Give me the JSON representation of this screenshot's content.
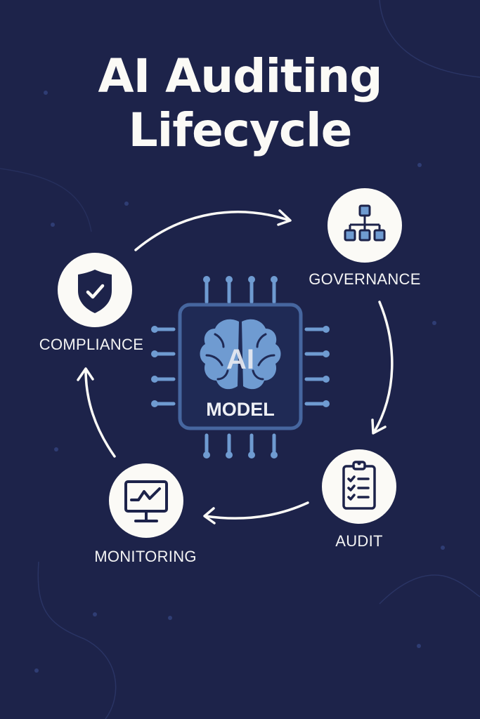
{
  "title": {
    "line1": "AI Auditing",
    "line2": "Lifecycle"
  },
  "center": {
    "line1": "AI",
    "line2": "MODEL",
    "icon": "brain-chip-icon"
  },
  "stages": [
    {
      "label": "GOVERNANCE",
      "icon": "org-chart-icon"
    },
    {
      "label": "AUDIT",
      "icon": "clipboard-checklist-icon"
    },
    {
      "label": "MONITORING",
      "icon": "monitor-chart-icon"
    },
    {
      "label": "COMPLIANCE",
      "icon": "shield-check-icon"
    }
  ],
  "flow": [
    "COMPLIANCE",
    "GOVERNANCE",
    "AUDIT",
    "MONITORING",
    "COMPLIANCE"
  ],
  "colors": {
    "background": "#1d234a",
    "node_fill": "#fbfaf6",
    "icon_dark": "#1d234a",
    "accent_blue": "#6f9bd1",
    "chip_border": "#46669f",
    "text": "#fbfaf6"
  }
}
